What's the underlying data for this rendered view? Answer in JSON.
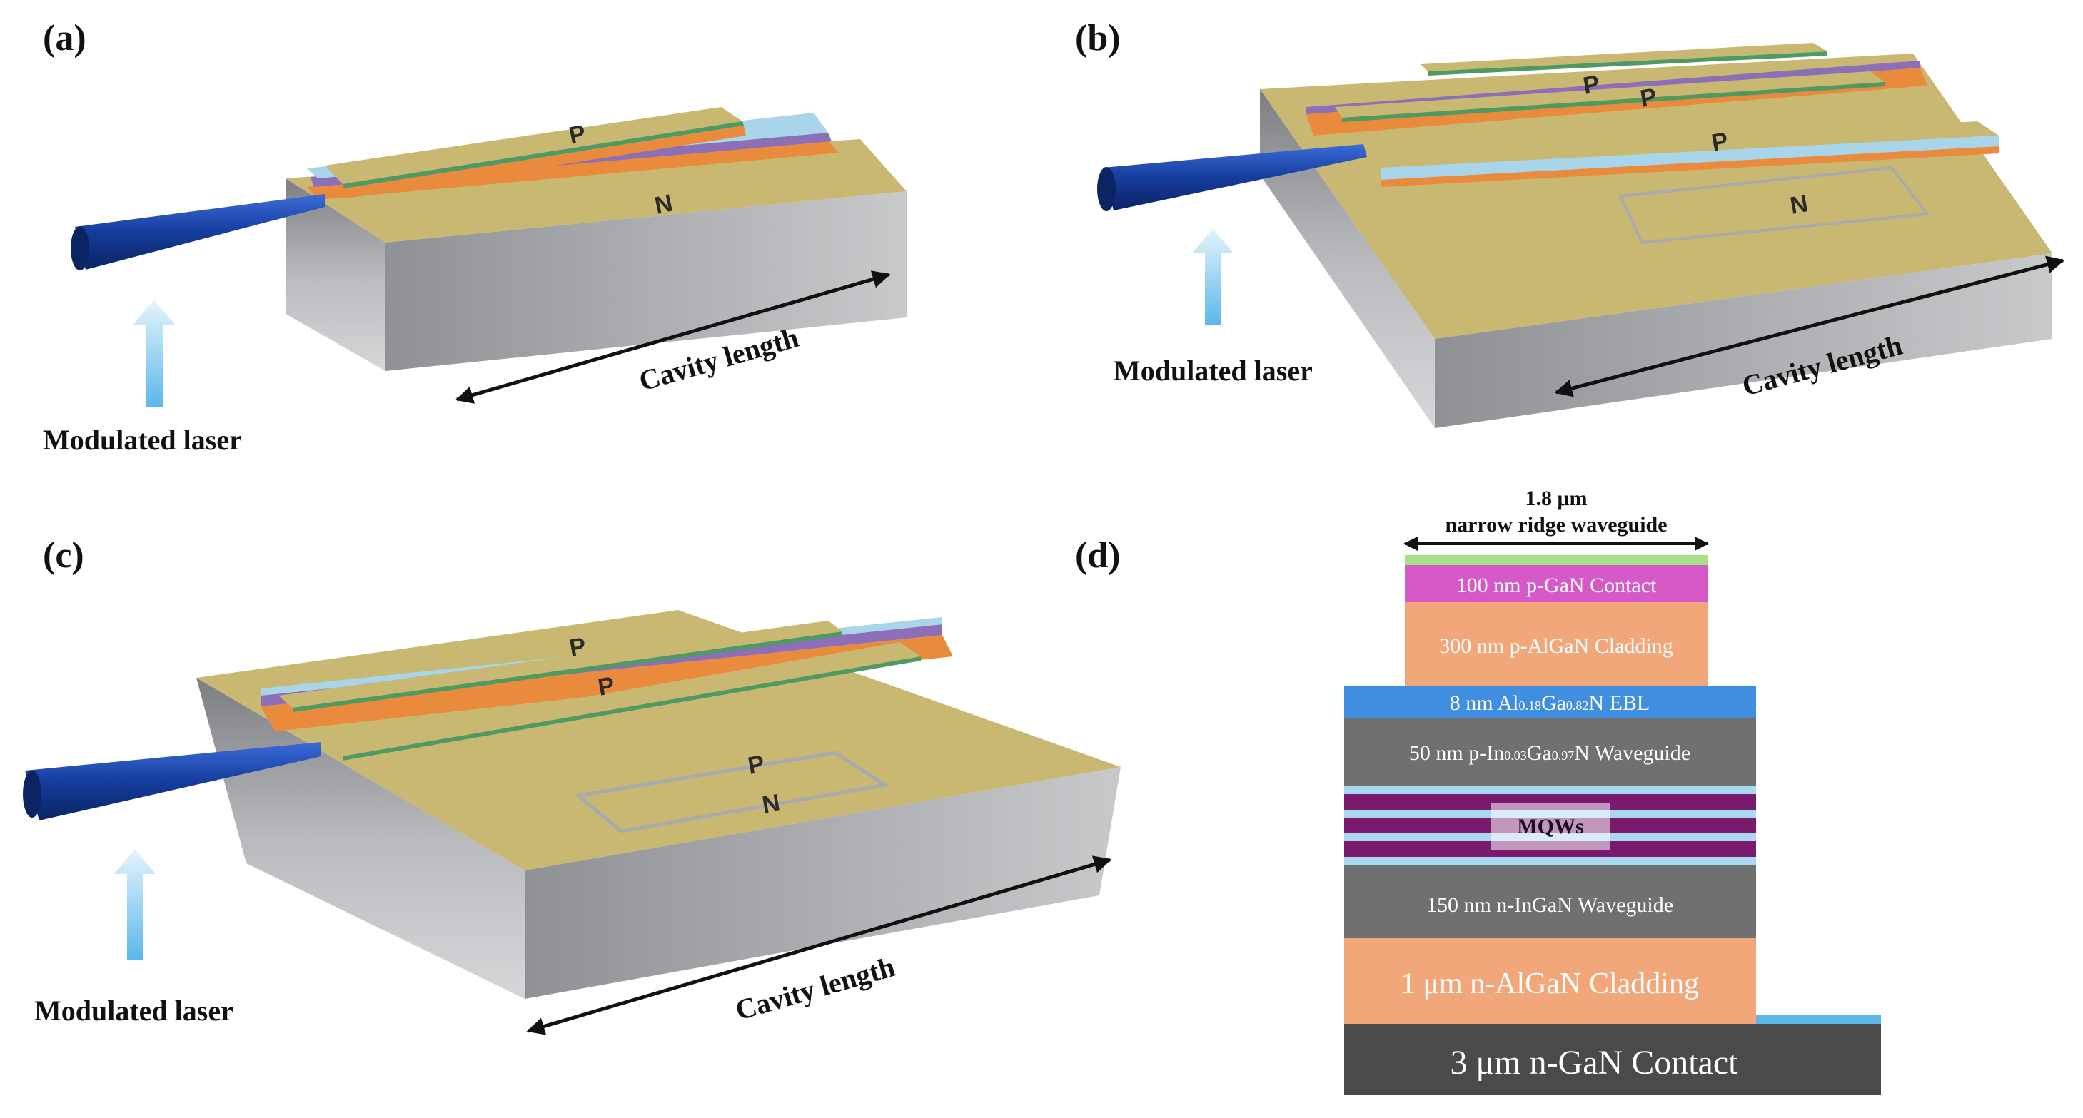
{
  "panels": {
    "a": {
      "label": "(a)",
      "modulated": "Modulated laser",
      "cavity": "Cavity length",
      "p": "P",
      "n": "N"
    },
    "b": {
      "label": "(b)",
      "modulated": "Modulated laser",
      "cavity": "Cavity length",
      "p": "P",
      "n": "N"
    },
    "c": {
      "label": "(c)",
      "modulated": "Modulated laser",
      "cavity": "Cavity length",
      "p": "P",
      "n": "N"
    },
    "d": {
      "label": "(d)",
      "width_value": "1.8 μm",
      "width_caption": "narrow ridge waveguide",
      "layers": {
        "contact_p": "100 nm p-GaN Contact",
        "cladding_p": "300 nm p-AlGaN Cladding",
        "ebl": {
          "pre": "8 nm Al",
          "sub1": "0.18",
          "mid": "Ga",
          "sub2": "0.82",
          "post": "N EBL"
        },
        "wg_p": {
          "pre": "50 nm p-In",
          "sub1": "0.03",
          "mid": "Ga",
          "sub2": "0.97",
          "post": "N Waveguide"
        },
        "mqw": "MQWs",
        "wg_n": "150 nm n-InGaN Waveguide",
        "cladding_n": "1 μm n-AlGaN Cladding",
        "contact_n": "3 μm n-GaN Contact"
      }
    }
  },
  "colors": {
    "pad": "#c9b872",
    "substrate": "#a9aaad",
    "orange": "#e98a3c",
    "purple": "#8d6fb8",
    "lightblue": "#a9d5ea",
    "green": "#4f9a62",
    "fiber": "#153d9e",
    "contact_p": "#d659c8",
    "cladding": "#f2a77b",
    "ebl": "#3f8ee0",
    "waveguide": "#707070",
    "mqw_dark": "#7a1a6e",
    "mqw_light": "#a9d8ef",
    "ncontact": "#4a4a4a",
    "top_green": "#a8e08a"
  }
}
